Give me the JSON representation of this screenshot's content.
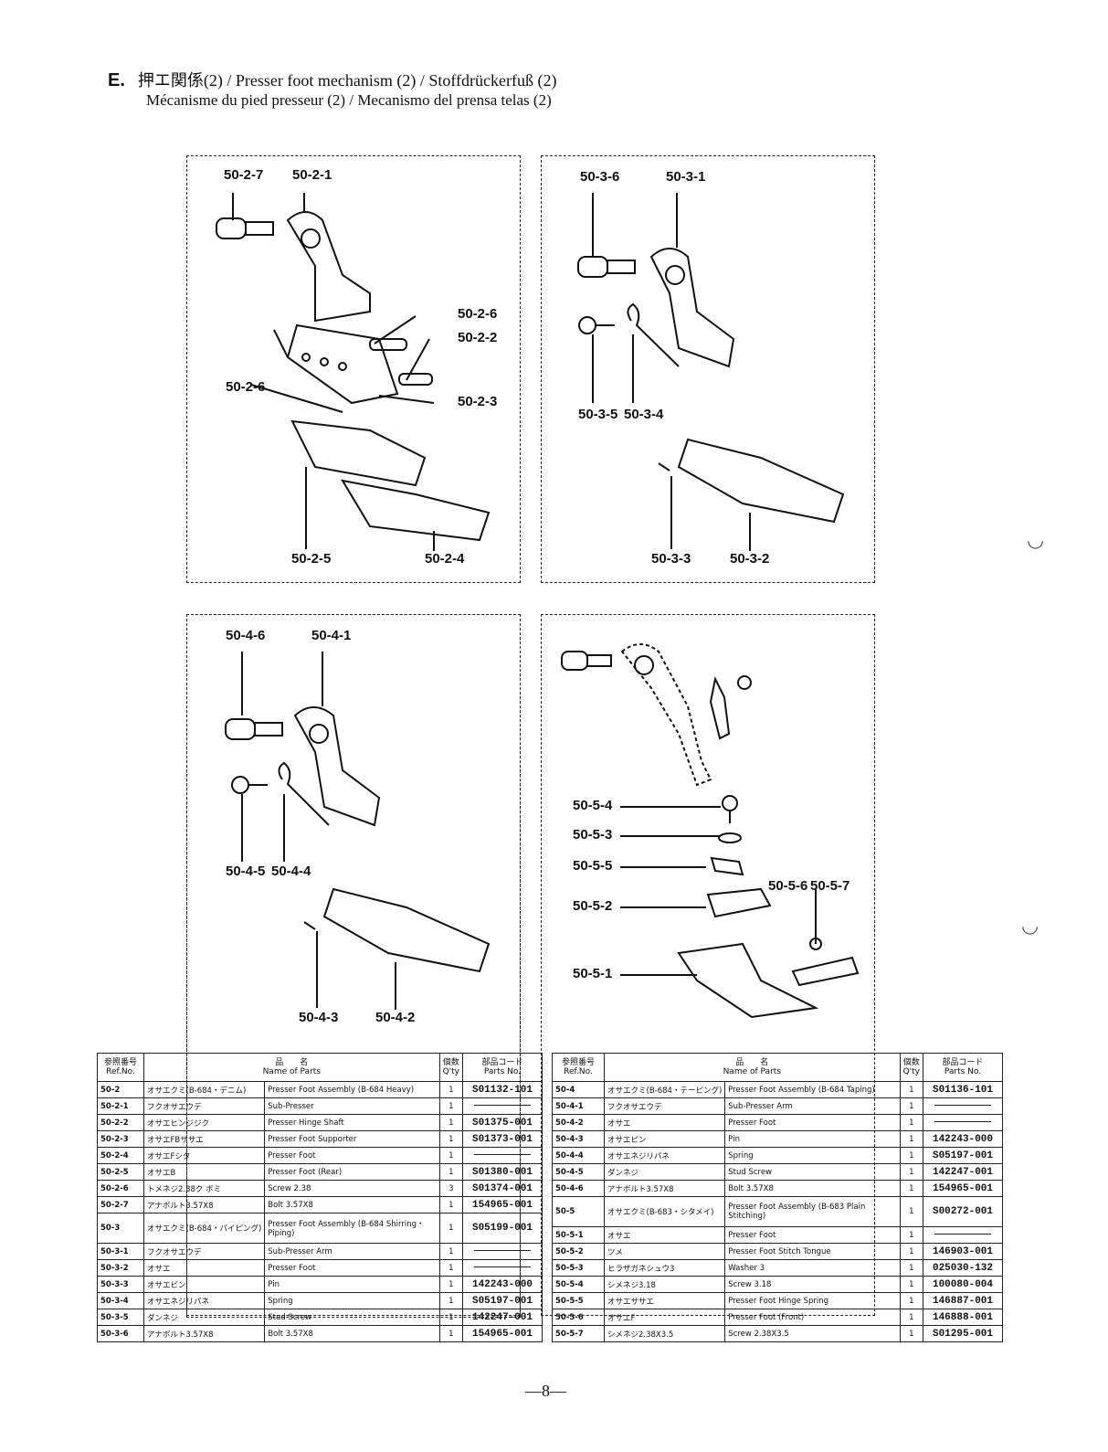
{
  "title": {
    "section": "E.",
    "line1": "押エ関係(2) / Presser foot mechanism (2) / Stoffdrückerfuß (2)",
    "line2": "Mécanisme du pied presseur (2) / Mecanismo del prensa telas (2)"
  },
  "callouts": {
    "p1": [
      "50-2-7",
      "50-2-1",
      "50-2-6",
      "50-2-2",
      "50-2-6",
      "50-2-3",
      "50-2-5",
      "50-2-4"
    ],
    "p2": [
      "50-3-6",
      "50-3-1",
      "50-3-5",
      "50-3-4",
      "50-3-3",
      "50-3-2"
    ],
    "p3": [
      "50-4-6",
      "50-4-1",
      "50-4-5",
      "50-4-4",
      "50-4-3",
      "50-4-2"
    ],
    "p4": [
      "50-5-4",
      "50-5-3",
      "50-5-5",
      "50-5-2",
      "50-5-6",
      "50-5-7",
      "50-5-1"
    ]
  },
  "table_headers": {
    "ref_jp": "参照番号",
    "ref": "Ref.No.",
    "name_jp": "品　　名",
    "name": "Name of Parts",
    "qty_jp": "個数",
    "qty": "Q'ty",
    "code_jp": "部品コード",
    "code": "Parts No."
  },
  "left_rows": [
    {
      "ref": "50-2",
      "jp": "オサエクミ(B-684・デニム)",
      "en": "Presser Foot Assembly (B-684 Heavy)",
      "q": "1",
      "pn": "S01132-101"
    },
    {
      "ref": "50-2-1",
      "jp": "フクオサエウデ",
      "en": "Sub-Presser",
      "q": "1",
      "pn": ""
    },
    {
      "ref": "50-2-2",
      "jp": "オサエヒンジジク",
      "en": "Presser Hinge Shaft",
      "q": "1",
      "pn": "S01375-001"
    },
    {
      "ref": "50-2-3",
      "jp": "オサエFBササエ",
      "en": "Presser Foot Supporter",
      "q": "1",
      "pn": "S01373-001"
    },
    {
      "ref": "50-2-4",
      "jp": "オサエFシタ",
      "en": "Presser Foot",
      "q": "1",
      "pn": ""
    },
    {
      "ref": "50-2-5",
      "jp": "オサエB",
      "en": "Presser Foot (Rear)",
      "q": "1",
      "pn": "S01380-001"
    },
    {
      "ref": "50-2-6",
      "jp": "トメネジ2.38ク ボミ",
      "en": "Screw 2.38",
      "q": "3",
      "pn": "S01374-001"
    },
    {
      "ref": "50-2-7",
      "jp": "アナボルト3.57X8",
      "en": "Bolt 3.57X8",
      "q": "1",
      "pn": "154965-001"
    },
    {
      "ref": "50-3",
      "jp": "オサエクミ(B-684・パイピング)",
      "en": "Presser Foot Assembly (B-684 Shirring・Piping)",
      "q": "1",
      "pn": "S05199-001",
      "tall": true
    },
    {
      "ref": "50-3-1",
      "jp": "フクオサエウデ",
      "en": "Sub-Presser Arm",
      "q": "1",
      "pn": ""
    },
    {
      "ref": "50-3-2",
      "jp": "オサエ",
      "en": "Presser Foot",
      "q": "1",
      "pn": ""
    },
    {
      "ref": "50-3-3",
      "jp": "オサエピン",
      "en": "Pin",
      "q": "1",
      "pn": "142243-000"
    },
    {
      "ref": "50-3-4",
      "jp": "オサエネジリバネ",
      "en": "Spring",
      "q": "1",
      "pn": "S05197-001"
    },
    {
      "ref": "50-3-5",
      "jp": "ダンネジ",
      "en": "Stud Screw",
      "q": "1",
      "pn": "142247-001"
    },
    {
      "ref": "50-3-6",
      "jp": "アナボルト3.57X8",
      "en": "Bolt 3.57X8",
      "q": "1",
      "pn": "154965-001"
    }
  ],
  "right_rows": [
    {
      "ref": "50-4",
      "jp": "オサエクミ(B-684・テーピング)",
      "en": "Presser Foot Assembly (B-684 Taping)",
      "q": "1",
      "pn": "S01136-101"
    },
    {
      "ref": "50-4-1",
      "jp": "フクオサエウデ",
      "en": "Sub-Presser Arm",
      "q": "1",
      "pn": ""
    },
    {
      "ref": "50-4-2",
      "jp": "オサエ",
      "en": "Presser Foot",
      "q": "1",
      "pn": ""
    },
    {
      "ref": "50-4-3",
      "jp": "オサエピン",
      "en": "Pin",
      "q": "1",
      "pn": "142243-000"
    },
    {
      "ref": "50-4-4",
      "jp": "オサエネジリバネ",
      "en": "Spring",
      "q": "1",
      "pn": "S05197-001"
    },
    {
      "ref": "50-4-5",
      "jp": "ダンネジ",
      "en": "Stud Screw",
      "q": "1",
      "pn": "142247-001"
    },
    {
      "ref": "50-4-6",
      "jp": "アナボルト3.57X8",
      "en": "Bolt 3.57X8",
      "q": "1",
      "pn": "154965-001"
    },
    {
      "ref": "50-5",
      "jp": "オサエクミ(B-683・シタメイ)",
      "en": "Presser Foot Assembly (B-683 Plain Stitching)",
      "q": "1",
      "pn": "S00272-001",
      "tall": true
    },
    {
      "ref": "50-5-1",
      "jp": "オサエ",
      "en": "Presser Foot",
      "q": "1",
      "pn": ""
    },
    {
      "ref": "50-5-2",
      "jp": "ツメ",
      "en": "Presser Foot Stitch Tongue",
      "q": "1",
      "pn": "146903-001"
    },
    {
      "ref": "50-5-3",
      "jp": "ヒラザガネシュウ3",
      "en": "Washer 3",
      "q": "1",
      "pn": "025030-132"
    },
    {
      "ref": "50-5-4",
      "jp": "シメネジ3.18",
      "en": "Screw 3.18",
      "q": "1",
      "pn": "100080-004"
    },
    {
      "ref": "50-5-5",
      "jp": "オサエササエ",
      "en": "Presser Foot Hinge Spring",
      "q": "1",
      "pn": "146887-001"
    },
    {
      "ref": "50-5-6",
      "jp": "オサエF",
      "en": "Presser Foot (Front)",
      "q": "1",
      "pn": "146888-001"
    },
    {
      "ref": "50-5-7",
      "jp": "シメネジ2.38X3.5",
      "en": "Screw 2.38X3.5",
      "q": "1",
      "pn": "S01295-001"
    }
  ],
  "page_number": "—8—"
}
